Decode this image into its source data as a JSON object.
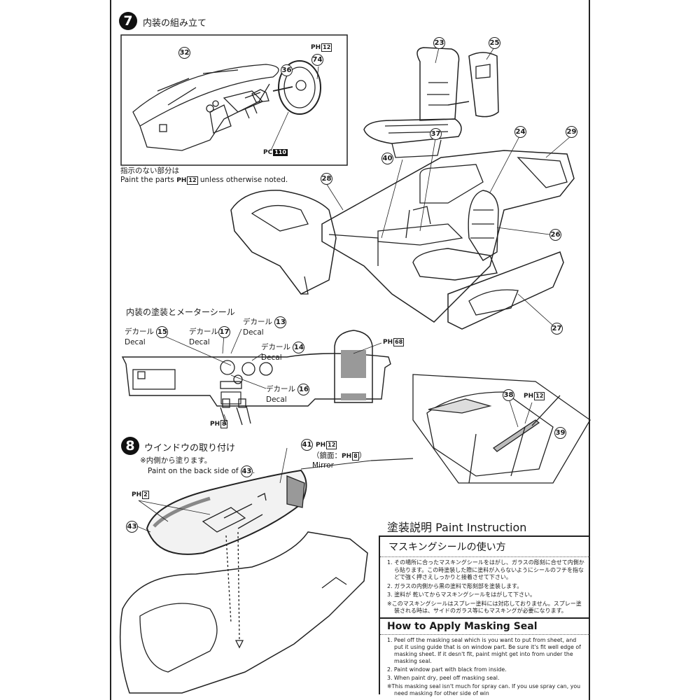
{
  "step7": {
    "number": "7",
    "title": "内装の組み立て",
    "parts": {
      "p32": "32",
      "p36": "36",
      "p74": "74",
      "p23": "23",
      "p25": "25",
      "p37": "37",
      "p40": "40",
      "p24": "24",
      "p29": "29",
      "p28": "28",
      "p26": "26",
      "p27": "27"
    },
    "paint_ph12": {
      "prefix": "PH",
      "code": "12"
    },
    "paint_pc110": {
      "prefix": "PC",
      "code": "110"
    },
    "note_jp": "指示のない部分は",
    "note_en_pre": "Paint the parts",
    "note_en_code": "12",
    "note_en_post": "unless otherwise noted.",
    "seat_paint": {
      "prefix": "PH",
      "code": "68"
    }
  },
  "decals": {
    "title": "内装の塗装とメーターシール",
    "items": [
      {
        "jp": "デカール",
        "num": "15",
        "en": "Decal"
      },
      {
        "jp": "デカール",
        "num": "17",
        "en": "Decal"
      },
      {
        "jp": "デカール",
        "num": "13",
        "en": "Decal"
      },
      {
        "jp": "デカール",
        "num": "14",
        "en": "Decal"
      },
      {
        "jp": "デカール",
        "num": "16",
        "en": "Decal"
      }
    ],
    "pedal_paint": {
      "prefix": "PH",
      "code": "8"
    }
  },
  "step8": {
    "number": "8",
    "title": "ウインドウの取り付け",
    "note_jp": "※内側から塗ります。",
    "note_en": "Paint on the back side of",
    "note_part": "43",
    "part41": "41",
    "part41_paint": {
      "prefix": "PH",
      "code": "12"
    },
    "mirror_jp_pre": "（鏡面：",
    "mirror_code": "8",
    "mirror_jp_post": "）",
    "mirror_en": "Mirror",
    "part43": "43",
    "frame_paint": {
      "prefix": "PH",
      "code": "2"
    },
    "part38": "38",
    "part39": "39",
    "inset_paint": {
      "prefix": "PH",
      "code": "12"
    }
  },
  "paint_instruction": {
    "title": "塗装説明 Paint Instruction",
    "jp_heading": "マスキングシールの使い方",
    "jp_steps": [
      "1. その場所に合ったマスキングシールをはがし、ガラスの彫刻に合せて内側から貼ります。この時塗装した際に塗料が入らないようにシールのフチを指などで強く押さえしっかりと接着させて下さい。",
      "2. ガラスの内側から黒の塗料で彫刻部を塗装します。",
      "3. 塗料が 乾いてからマスキングシールをはがして下さい。",
      "※このマスキングシールはスプレー塗料には対応しておりません。スプレー塗装される時は、サイドのガラス等にもマスキングが必要になります。"
    ],
    "en_heading": "How to Apply Masking Seal",
    "en_steps": [
      "1. Peel off the masking seal which is you want to put from sheet, and put it using guide that is on window part. Be sure it's fit well edge of masking sheet. If it desn't fit, paint might get into from under the masking seal.",
      "2. Paint window part with black from inside.",
      "3. When paint dry, peel off masking seal.",
      "※This masking seal isn't much for spray can. If you use spray can, you need masking for other side of win"
    ]
  }
}
